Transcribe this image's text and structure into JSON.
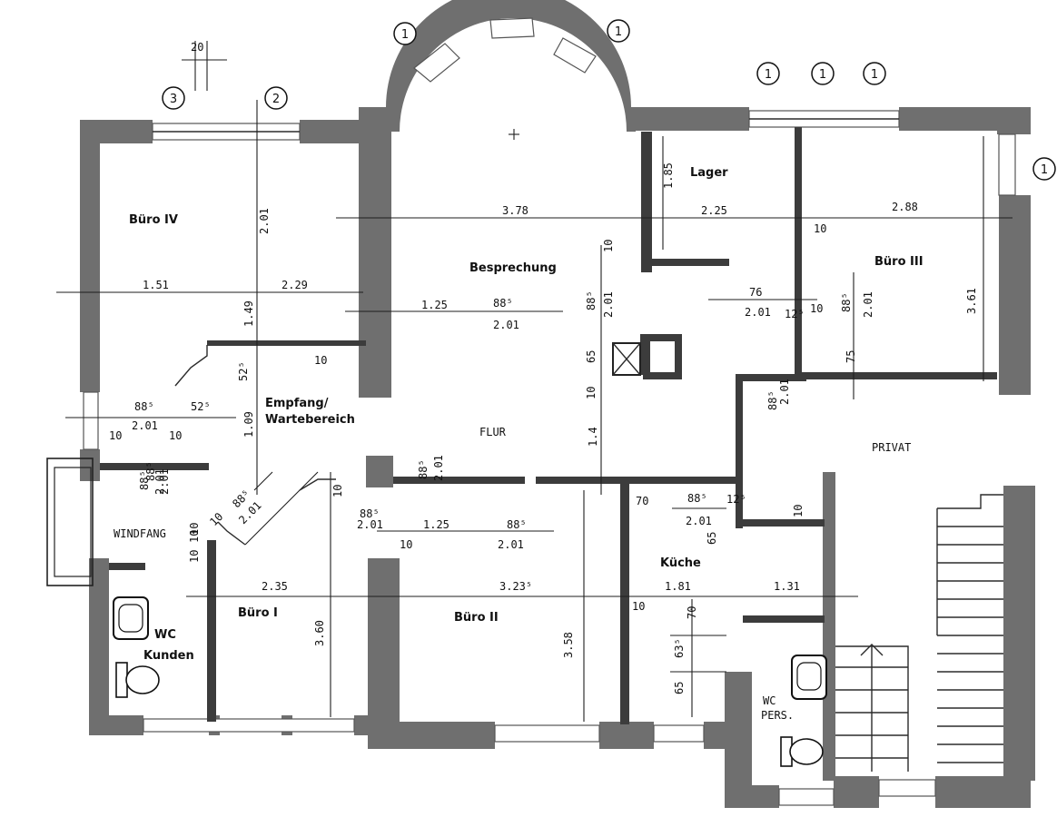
{
  "rooms": {
    "bueroIV": "Büro IV",
    "lager": "Lager",
    "bespr": "Besprechung",
    "bueroIII": "Büro III",
    "empfang1": "Empfang/",
    "empfang2": "Wartebereich",
    "flur": "FLUR",
    "privat": "PRIVAT",
    "windfang": "WINDFANG",
    "kueche": "Küche",
    "bueroI": "Büro I",
    "bueroII": "Büro II",
    "wck1": "WC",
    "wck2": "Kunden",
    "wcp1": "WC",
    "wcp2": "PERS."
  },
  "axes": {
    "a1": "1",
    "a2": "2",
    "a3": "3"
  },
  "dims": {
    "top_20": "20",
    "d185": "1.85",
    "d378": "3.78",
    "d225": "2.25",
    "d288": "2.88",
    "d201a": "2.01",
    "d10a": "10",
    "d151": "1.51",
    "d229": "2.29",
    "d149": "1.49",
    "d125a": "1.25",
    "d885a": "88⁵",
    "d201b": "2.01",
    "d885b": "88⁵",
    "d201c": "2.01",
    "d10b": "10",
    "d76": "76",
    "d201d": "2.01",
    "d12_5": "12⁵",
    "d10c": "10",
    "d885c": "88⁵",
    "d201e": "2.01",
    "d361": "3.61",
    "d75": "75",
    "d65a": "65",
    "d52_5a": "52⁵",
    "d10d": "10",
    "d10e": "10",
    "d885d": "88⁵",
    "d52_5b": "52⁵",
    "d201f": "2.01",
    "d10f": "10",
    "d10g": "10",
    "d109": "1.09",
    "d885e": "88⁵",
    "d201g": "2.01",
    "d14": "1.4",
    "d885f": "88⁵",
    "d201h": "2.01",
    "d885g": "88⁵",
    "d201i": "2.01",
    "d885h": "88⁵",
    "d201j": "2.01",
    "d10h": "10",
    "d10i": "10",
    "d885i": "88⁵",
    "d201k": "2.01",
    "d10j": "10",
    "d125b": "1.25",
    "d885j": "88⁵",
    "d201l": "2.01",
    "d10k": "10",
    "d70": "70",
    "d885k": "88⁵",
    "d201m": "2.01",
    "d12_5b": "12⁵",
    "d10l": "10",
    "d65b": "65",
    "d235": "2.35",
    "d323": "3.23⁵",
    "d181": "1.81",
    "d131": "1.31",
    "d10m": "10",
    "d70b": "70",
    "d63_5": "63⁵",
    "d65c": "65",
    "d360": "3.60",
    "d358": "3.58",
    "d885l": "88⁵",
    "d201n": "2.01",
    "d10n": "10",
    "d10o": "10"
  }
}
